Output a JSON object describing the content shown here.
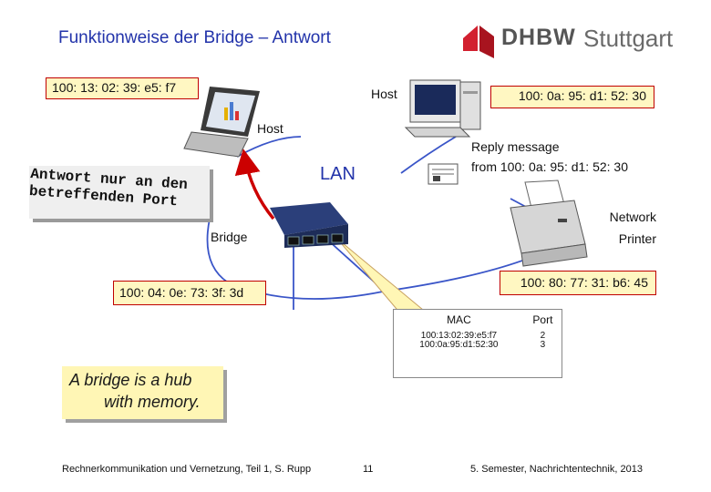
{
  "title": "Funktionweise der Bridge – Antwort",
  "logo": {
    "main": "DHBW",
    "city": "Stuttgart"
  },
  "mac_left_host": "100: 13: 02: 39: e5: f7",
  "mac_right_host": "100: 0a: 95: d1: 52: 30",
  "mac_bridge": "100: 04: 0e: 73: 3f: 3d",
  "mac_printer": "100: 80: 77: 31: b6: 45",
  "host_label_right": "Host",
  "host_label_left": "Host",
  "lan_label": "LAN",
  "bridge_label": "Bridge",
  "reply_message": {
    "line1": "Reply message",
    "line2": "from 100: 0a: 95: d1: 52: 30"
  },
  "printer_label": {
    "line1": "Network",
    "line2": "Printer"
  },
  "note": {
    "line1": "Antwort nur an den",
    "line2": "betreffenden Port"
  },
  "memo": {
    "line1": "A bridge is a hub",
    "line2": "with memory."
  },
  "mac_table": {
    "headers": [
      "MAC",
      "Port"
    ],
    "rows": [
      {
        "mac": "100:13:02:39:e5:f7",
        "port": "2"
      },
      {
        "mac": "100:0a:95:d1:52:30",
        "port": "3"
      }
    ]
  },
  "footer": {
    "left": "Rechnerkommunikation und Vernetzung, Teil 1, S. Rupp",
    "page": "11",
    "right": "5. Semester, Nachrichtentechnik, 2013"
  },
  "colors": {
    "title": "#2233aa",
    "box_border": "#c00000",
    "box_fill": "#fff7c2",
    "network_lines": "#3a55c8",
    "reply_arrow": "#cc0000",
    "logo_red": "#d2202f"
  }
}
